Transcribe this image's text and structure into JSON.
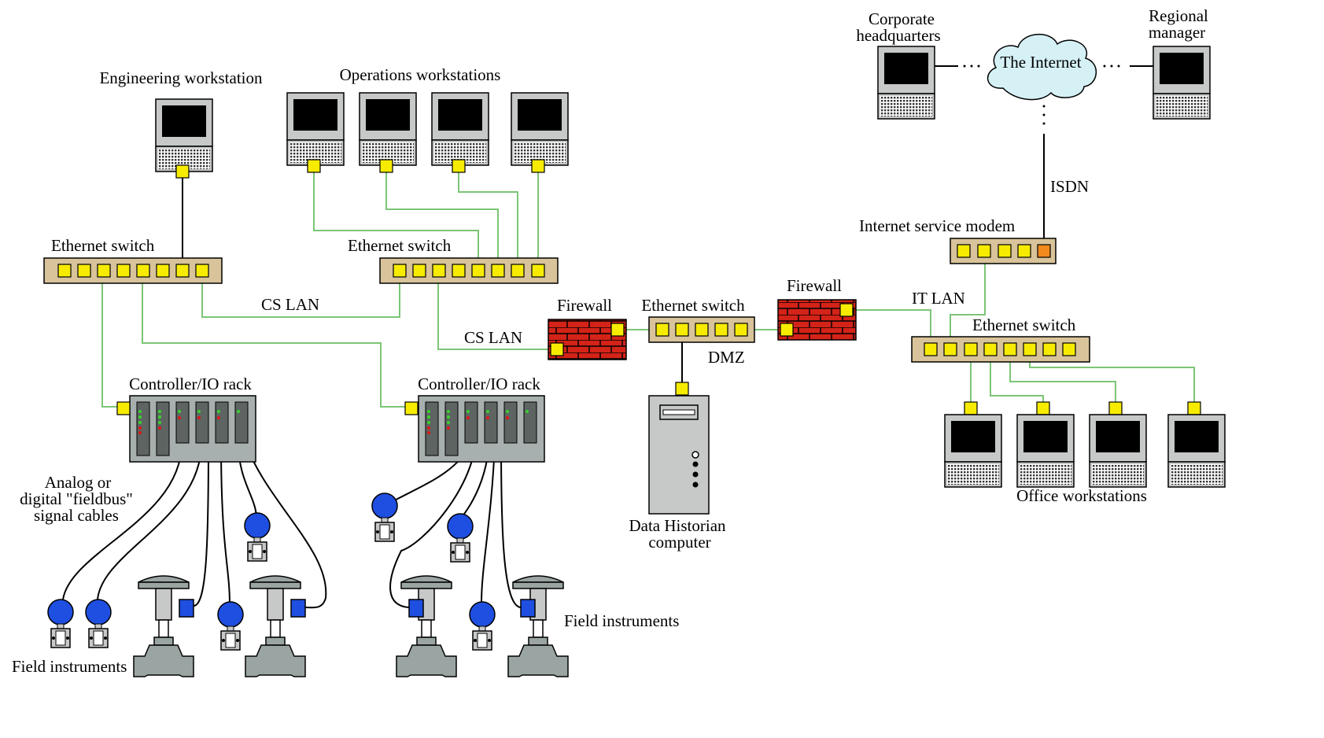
{
  "labels": {
    "engineering": "Engineering workstation",
    "operations": "Operations workstations",
    "corp_line1": "Corporate",
    "corp_line2": "headquarters",
    "regional_line1": "Regional",
    "regional_line2": "manager",
    "internet": "The Internet",
    "isdn": "ISDN",
    "modem": "Internet service modem",
    "switch_left": "Ethernet switch",
    "switch_mid": "Ethernet switch",
    "switch_dmz": "Ethernet switch",
    "switch_right": "Ethernet switch",
    "cs_lan_1": "CS LAN",
    "cs_lan_2": "CS LAN",
    "firewall_1": "Firewall",
    "firewall_2": "Firewall",
    "dmz": "DMZ",
    "it_lan": "IT LAN",
    "rack_1": "Controller/IO rack",
    "rack_2": "Controller/IO rack",
    "historian_line1": "Data Historian",
    "historian_line2": "computer",
    "office": "Office workstations",
    "fieldbus_line1": "Analog or",
    "fieldbus_line2": "digital \"fieldbus\"",
    "fieldbus_line3": "signal cables",
    "field_left": "Field instruments",
    "field_right": "Field instruments"
  },
  "colors": {
    "ethernet_cable": "#7cc576",
    "port": "#f7ec00",
    "modem_port": "#f08a1c",
    "switch_body": "#d8c39a",
    "firewall_brick": "#d42318",
    "instrument_ball": "#1f4fe0",
    "cloud": "#d5f1f6"
  }
}
